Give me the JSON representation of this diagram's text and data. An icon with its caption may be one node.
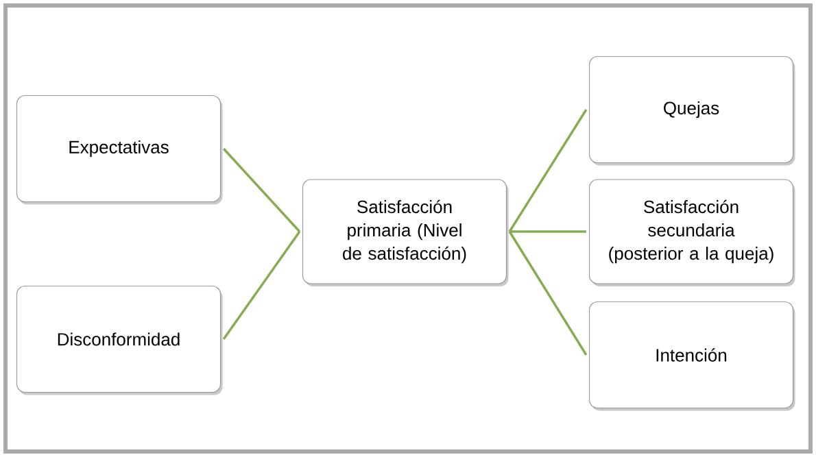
{
  "diagram": {
    "nodes": [
      {
        "text": [
          "Expectativas"
        ]
      },
      {
        "text": [
          "Disconformidad"
        ]
      },
      {
        "text": [
          "Satisfacción primaria (Nivel de satisfacción)"
        ]
      },
      {
        "text": [
          "Quejas"
        ]
      },
      {
        "text": [
          "Satisfacción secundaria (posterior a la queja)"
        ]
      },
      {
        "text": [
          "Intención"
        ]
      }
    ],
    "edges": [
      {
        "from": 0,
        "to": 2,
        "arrow": "none"
      },
      {
        "from": 1,
        "to": 2,
        "arrow": "none"
      },
      {
        "from": 2,
        "to": 3,
        "arrow": "none"
      },
      {
        "from": 2,
        "to": 4,
        "arrow": "none"
      },
      {
        "from": 2,
        "to": 5,
        "arrow": "none"
      }
    ]
  }
}
